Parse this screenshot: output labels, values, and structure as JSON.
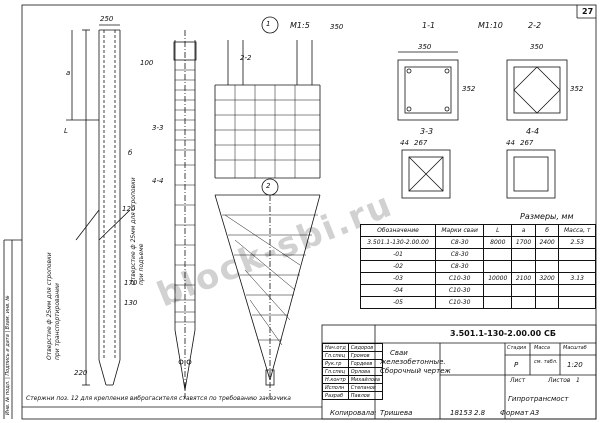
{
  "sheet": {
    "page_number": "27"
  },
  "views": {
    "scale_main": "М1:5",
    "scale_sections": "М1:10",
    "section_1": "1-1",
    "section_2": "2-2",
    "section_3": "3-3",
    "section_4": "4-4",
    "node_1": "1",
    "node_2": "2",
    "label_33": "3-3",
    "label_44": "4-4",
    "label_22": "2-2"
  },
  "dims": {
    "d350a": "350",
    "d350b": "350",
    "d352a": "352",
    "d352b": "352",
    "d267a": "267",
    "d267b": "267",
    "d44a": "44",
    "d44b": "44",
    "d100": "100",
    "d220": "220",
    "d250": "250",
    "d170": "170",
    "d130": "130",
    "d120": "120",
    "dL": "L",
    "da": "a",
    "db": "б",
    "d350c": "350"
  },
  "notes": {
    "hole_left_1": "Отверстие ф 25мм для строповки",
    "hole_left_2": "при транспортировании",
    "hole_right_1": "Отверстие ф 25мм для строповки",
    "hole_right_2": "при подъеме",
    "bottom_note": "Стержни поз. 12 для крепления виброгасителя ставятся по требованию заказчика",
    "dimensions_title": "Размеры, мм"
  },
  "spec_table": {
    "headers": [
      "Обозначение",
      "Марки сваи",
      "L",
      "a",
      "б",
      "Масса, т"
    ],
    "rows": [
      [
        "3.501.1-130-2.00.00",
        "С8-30",
        "8000",
        "1700",
        "2400",
        "2.53"
      ],
      [
        "-01",
        "С8-30",
        "",
        "",
        "",
        ""
      ],
      [
        "-02",
        "С8-30",
        "",
        "",
        "",
        ""
      ],
      [
        "-03",
        "С10-30",
        "10000",
        "2100",
        "3200",
        "3.13"
      ],
      [
        "-04",
        "С10-30",
        "",
        "",
        "",
        ""
      ],
      [
        "-05",
        "С10-30",
        "",
        "",
        "",
        ""
      ]
    ]
  },
  "title_block": {
    "doc_code": "3.501.1-130-2.00.00 СБ",
    "title_1": "Сваи",
    "title_2": "железобетонные.",
    "title_3": "Сборочный чертеж",
    "stage_h": "Стадия",
    "mass_h": "Масса",
    "scale_h": "Масштаб",
    "stage": "Р",
    "mass": "см. табл.",
    "scale": "1:20",
    "sheet_h": "Лист",
    "sheets_h": "Листов",
    "sheets": "1",
    "org": "Гипротрансмост",
    "staff": [
      [
        "Нач.отд",
        "Сидоров"
      ],
      [
        "Гл.спец",
        "Громов"
      ],
      [
        "Рук.гр",
        "Гордеев"
      ],
      [
        "Гл.спец",
        "Орлова"
      ],
      [
        "Н.контр",
        "Михайлова"
      ],
      [
        "Исполн",
        "Степанов"
      ],
      [
        "Разраб",
        "Павлов"
      ]
    ]
  },
  "footer": {
    "copied_label": "Копировала:",
    "copied_name": "Тришева",
    "order": "18153",
    "sheet_no": "2.8",
    "format_label": "Формат",
    "format": "А3"
  },
  "side": {
    "stamp_text": "Инв. № подл. | Подпись и дата | Взам. инв. №"
  },
  "watermark": "bloсk-sbi.ru"
}
